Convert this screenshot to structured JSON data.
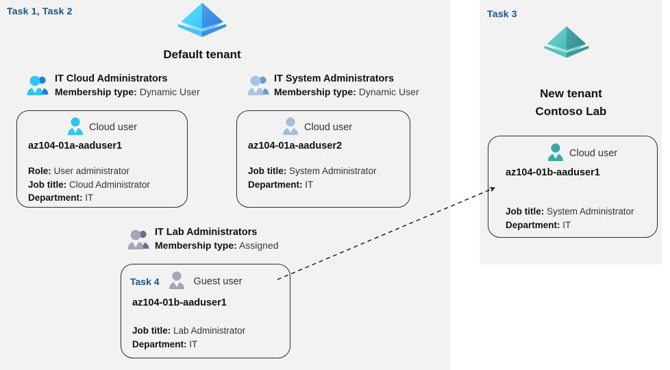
{
  "diagram": {
    "title": "Azure AD tenants, groups and users lab diagram",
    "accent_blue": "#16548c",
    "panel_bg": "#f2f2f2",
    "card_border": "#2b2b2b"
  },
  "left_panel": {
    "task_label": "Task 1, Task 2",
    "tenant": {
      "icon": "azure-tenant-pyramid-icon",
      "name": "Default tenant",
      "color": "#3fb4f4"
    },
    "groups": [
      {
        "icon": "group-users-icon",
        "icon_color": "#21b4ef",
        "name": "IT Cloud Administrators",
        "membership_label": "Membership type:",
        "membership_value": "Dynamic User",
        "user": {
          "icon": "cloud-user-icon",
          "icon_color": "#2fbdf0",
          "type": "Cloud user",
          "name": "az104-01a-aaduser1",
          "attributes": [
            {
              "label": "Role:",
              "value": "User administrator"
            },
            {
              "label": "Job title:",
              "value": "Cloud Administrator"
            },
            {
              "label": "Department:",
              "value": "IT"
            }
          ]
        }
      },
      {
        "icon": "group-users-icon",
        "icon_color": "#8fb4dd",
        "name": "IT System Administrators",
        "membership_label": "Membership type:",
        "membership_value": "Dynamic User",
        "user": {
          "icon": "cloud-user-icon",
          "icon_color": "#9cb9d8",
          "type": "Cloud user",
          "name": "az104-01a-aaduser2",
          "attributes": [
            {
              "label": "Job title:",
              "value": "System Administrator"
            },
            {
              "label": "Department:",
              "value": "IT"
            }
          ]
        }
      },
      {
        "icon": "group-users-icon",
        "icon_color": "#9a9ab0",
        "name": "IT Lab Administrators",
        "membership_label": "Membership type:",
        "membership_value": "Assigned",
        "user": {
          "icon": "guest-user-icon",
          "icon_color": "#9a9ab0",
          "task_tag": "Task 4",
          "type": "Guest user",
          "name": "az104-01b-aaduser1",
          "attributes": [
            {
              "label": "Job title:",
              "value": "Lab Administrator"
            },
            {
              "label": "Department:",
              "value": "IT"
            }
          ]
        }
      }
    ]
  },
  "right_panel": {
    "task_label": "Task 3",
    "tenant": {
      "icon": "azure-tenant-pyramid-icon",
      "name_line1": "New  tenant",
      "name_line2": "Contoso Lab",
      "color": "#46b5b2"
    },
    "user": {
      "icon": "cloud-user-icon",
      "icon_color": "#3aa8a4",
      "type": "Cloud user",
      "name": "az104-01b-aaduser1",
      "attributes": [
        {
          "label": "Job title:",
          "value": "System Administrator"
        },
        {
          "label": "Department:",
          "value": "IT"
        }
      ]
    }
  },
  "connector": {
    "style": "dashed-arrow",
    "from": "guest-user-card",
    "to": "new-tenant-cloud-user-card"
  }
}
